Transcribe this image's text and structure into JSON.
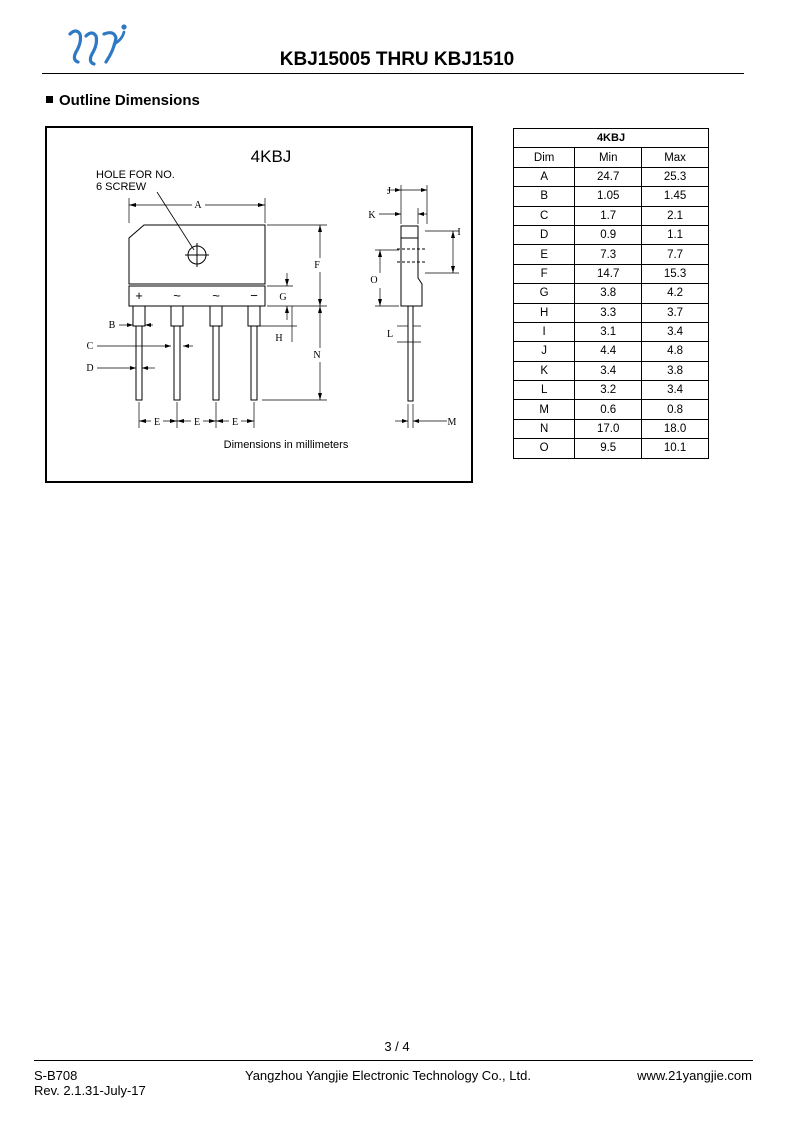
{
  "header": {
    "title": "KBJ15005 THRU KBJ1510",
    "logo_icon": "yangjie-yj-logo",
    "logo_color": "#2f78c4"
  },
  "section": {
    "title": "Outline Dimensions"
  },
  "figure": {
    "package_name": "4KBJ",
    "hole_note_line1": "HOLE FOR NO.",
    "hole_note_line2": "6 SCREW",
    "pin_marks": [
      "+",
      "~",
      "~",
      "−"
    ],
    "dim_labels": {
      "A": "A",
      "B": "B",
      "C": "C",
      "D": "D",
      "E": "E",
      "F": "F",
      "G": "G",
      "H": "H",
      "I": "I",
      "J": "J",
      "K": "K",
      "L": "L",
      "M": "M",
      "N": "N",
      "O": "O"
    },
    "caption": "Dimensions in millimeters"
  },
  "table": {
    "package": "4KBJ",
    "headers": [
      "Dim",
      "Min",
      "Max"
    ],
    "rows": [
      [
        "A",
        "24.7",
        "25.3"
      ],
      [
        "B",
        "1.05",
        "1.45"
      ],
      [
        "C",
        "1.7",
        "2.1"
      ],
      [
        "D",
        "0.9",
        "1.1"
      ],
      [
        "E",
        "7.3",
        "7.7"
      ],
      [
        "F",
        "14.7",
        "15.3"
      ],
      [
        "G",
        "3.8",
        "4.2"
      ],
      [
        "H",
        "3.3",
        "3.7"
      ],
      [
        "I",
        "3.1",
        "3.4"
      ],
      [
        "J",
        "4.4",
        "4.8"
      ],
      [
        "K",
        "3.4",
        "3.8"
      ],
      [
        "L",
        "3.2",
        "3.4"
      ],
      [
        "M",
        "0.6",
        "0.8"
      ],
      [
        "N",
        "17.0",
        "18.0"
      ],
      [
        "O",
        "9.5",
        "10.1"
      ]
    ]
  },
  "footer": {
    "page": "3 / 4",
    "doc_code": "S-B708",
    "revision": "Rev. 2.1.31-July-17",
    "company": "Yangzhou Yangjie Electronic Technology Co., Ltd.",
    "website": "www.21yangjie.com"
  }
}
